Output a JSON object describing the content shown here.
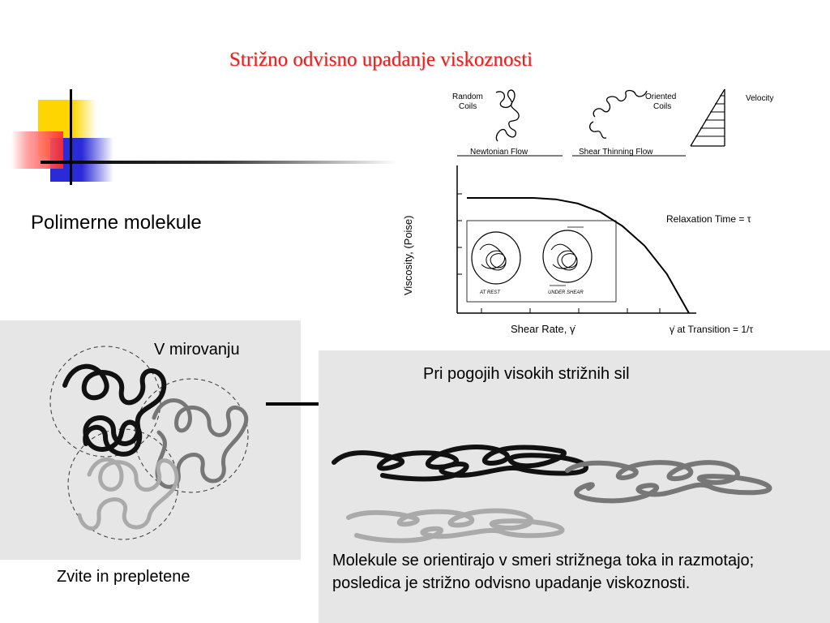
{
  "slide": {
    "title": "Strižno odvisno upadanje viskoznosti",
    "polymer_label": "Polimerne molekule",
    "rest_label": "V mirovanju",
    "high_shear_label": "Pri pogojih visokih strižnih sil",
    "coiled_label": "Zvite in prepletene",
    "caption": "Molekule se orientirajo v smeri strižnega toka in razmotajo; posledica je strižno odvisno upadanje viskoznosti."
  },
  "colors": {
    "title": "#e8201e",
    "panel": "#e6e6e6",
    "deco_yellow": "#ffd500",
    "deco_blue": "#2a2ad8",
    "deco_red": "#ff2a2a"
  },
  "chart_data": {
    "type": "line",
    "title": "",
    "xlabel": "Shear Rate, γ̇",
    "ylabel": "Viscosity, (Poise)",
    "x_annotation": "γ̇ at Transition = 1/τ",
    "annotations": {
      "random_coils": "Random Coils",
      "oriented_coils": "Oriented Coils",
      "velocity": "Velocity",
      "newtonian_flow": "Newtonian Flow",
      "shear_thinning_flow": "Shear Thinning Flow",
      "relaxation_time": "Relaxation Time = τ",
      "at_rest": "AT REST",
      "under_shear": "UNDER SHEAR"
    },
    "series": [
      {
        "x": [
          0.0,
          0.1,
          0.2,
          0.3,
          0.4,
          0.5,
          0.6,
          0.7,
          0.8,
          0.9,
          1.0
        ],
        "y": [
          0.82,
          0.82,
          0.82,
          0.82,
          0.81,
          0.78,
          0.72,
          0.62,
          0.48,
          0.28,
          0.0
        ]
      }
    ],
    "xlim": [
      0,
      1
    ],
    "ylim": [
      0,
      1
    ]
  }
}
